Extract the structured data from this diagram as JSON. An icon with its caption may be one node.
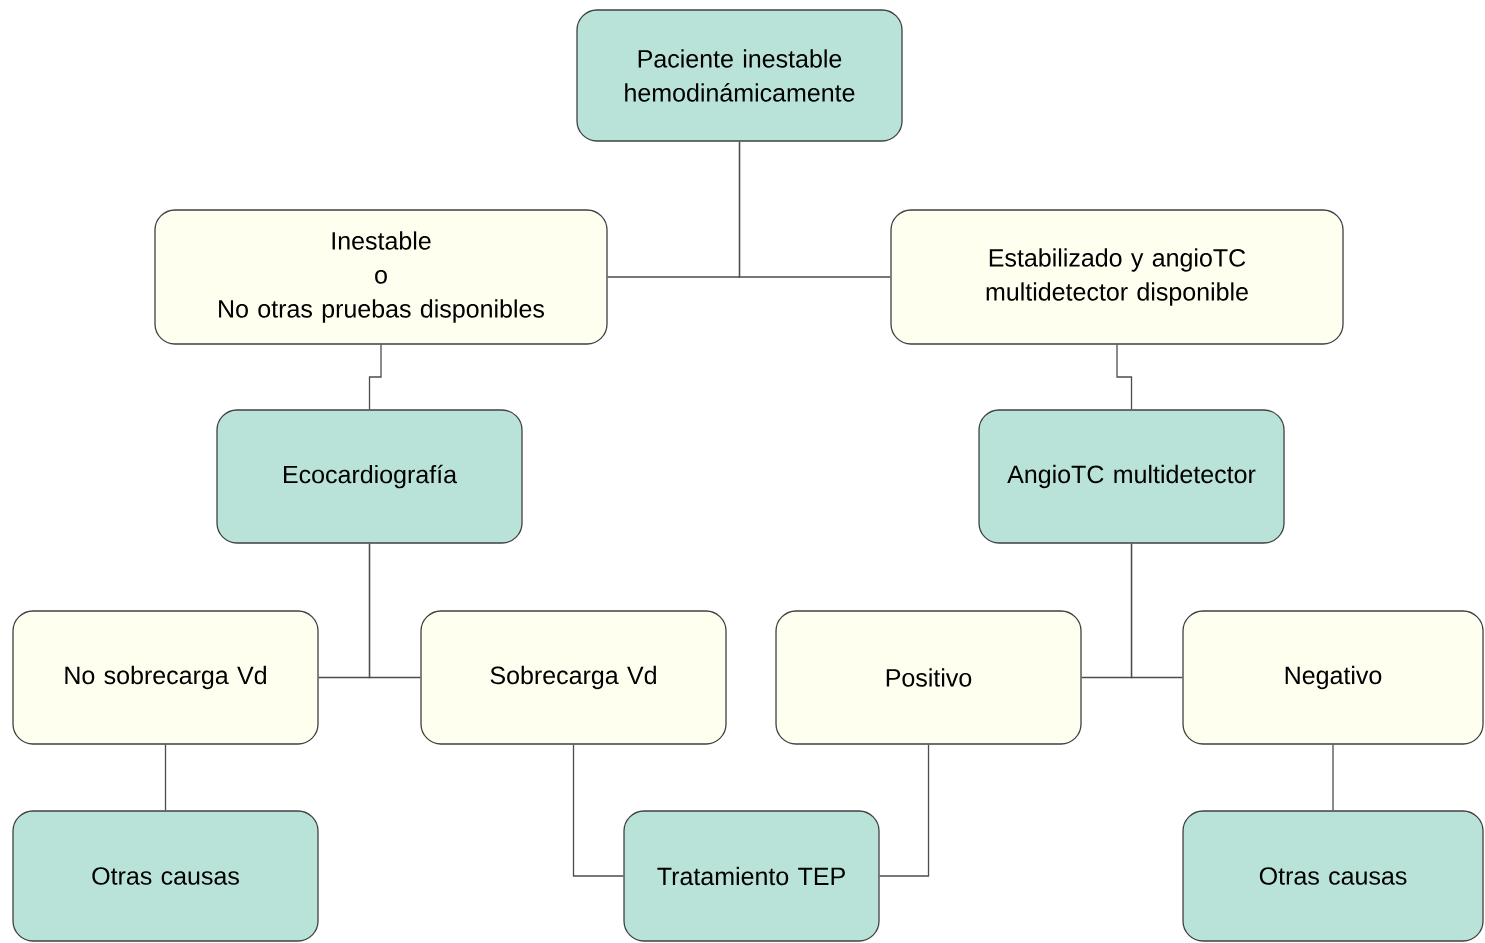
{
  "diagram": {
    "nodes": [
      {
        "text": [
          "Paciente inestable hemodinámicamente"
        ]
      },
      {
        "text": [
          "Inestable",
          "o",
          "No otras pruebas disponibles"
        ]
      },
      {
        "text": [
          "Estabilizado y angioTC multidetector disponible"
        ]
      },
      {
        "text": [
          "Ecocardiografía"
        ]
      },
      {
        "text": [
          "AngioTC multidetector"
        ]
      },
      {
        "text": [
          "No sobrecarga Vd"
        ]
      },
      {
        "text": [
          "Sobrecarga Vd"
        ]
      },
      {
        "text": [
          "Positivo"
        ]
      },
      {
        "text": [
          "Negativo"
        ]
      },
      {
        "text": [
          "Otras causas"
        ]
      },
      {
        "text": [
          "Tratamiento TEP"
        ]
      },
      {
        "text": [
          "Otras causas"
        ]
      }
    ],
    "edges": [
      {
        "from": 0,
        "to": 1,
        "arrow": "none"
      },
      {
        "from": 0,
        "to": 2,
        "arrow": "none"
      },
      {
        "from": 1,
        "to": 3,
        "arrow": "none"
      },
      {
        "from": 2,
        "to": 4,
        "arrow": "none"
      },
      {
        "from": 3,
        "to": 5,
        "arrow": "none"
      },
      {
        "from": 3,
        "to": 6,
        "arrow": "none"
      },
      {
        "from": 4,
        "to": 7,
        "arrow": "none"
      },
      {
        "from": 4,
        "to": 8,
        "arrow": "none"
      },
      {
        "from": 5,
        "to": 9,
        "arrow": "none"
      },
      {
        "from": 6,
        "to": 10,
        "arrow": "none"
      },
      {
        "from": 7,
        "to": 10,
        "arrow": "none"
      },
      {
        "from": 8,
        "to": 11,
        "arrow": "none"
      }
    ]
  }
}
